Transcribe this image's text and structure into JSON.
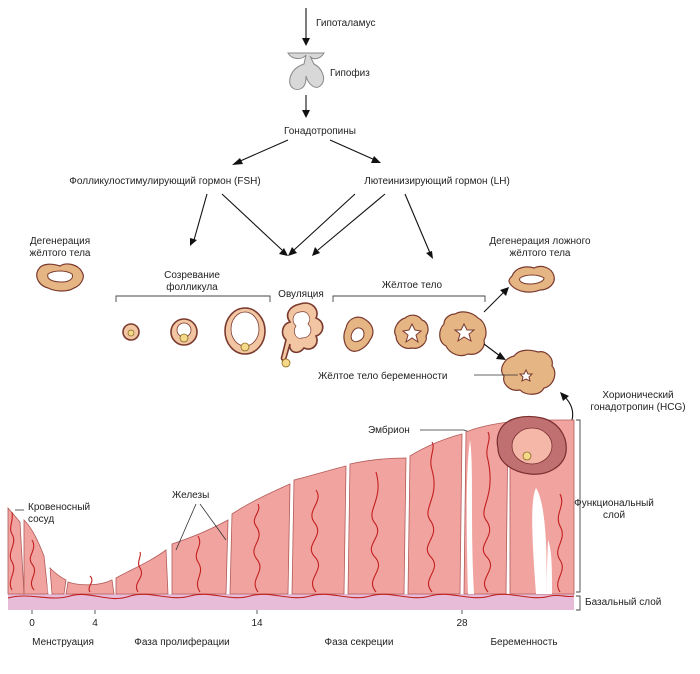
{
  "labels": {
    "hypothalamus": "Гипоталамус",
    "pituitary": "Гипофиз",
    "gonadotropins": "Гонадотропины",
    "fsh": "Фолликулостимулирующий гормон (FSH)",
    "lh": "Лютеинизирующий гормон (LH)",
    "degen_cl_line1": "Дегенерация",
    "degen_cl_line2": "жёлтого тела",
    "follicle_mat_line1": "Созревание",
    "follicle_mat_line2": "фолликула",
    "ovulation": "Овуляция",
    "corpus_luteum": "Жёлтое тело",
    "degen_false_line1": "Дегенерация ложного",
    "degen_false_line2": "жёлтого тела",
    "cl_pregnancy": "Жёлтое тело беременности",
    "hcg_line1": "Хорионический",
    "hcg_line2": "гонадотропин (HCG)",
    "embryo": "Эмбрион",
    "blood_vessel_line1": "Кровеносный",
    "blood_vessel_line2": "сосуд",
    "glands": "Железы",
    "functional_line1": "Функциональный",
    "functional_line2": "слой",
    "basal_layer": "Базальный слой"
  },
  "axis": {
    "ticks": [
      "0",
      "4",
      "14",
      "28"
    ],
    "phases": [
      "Менструация",
      "Фаза пролиферации",
      "Фаза секреции",
      "Беременность"
    ]
  },
  "colors": {
    "endometrium": "#f1a3a0",
    "vessels": "#c2201e",
    "basal": "#e7bcd8",
    "follicle": "#f2c6a3",
    "corpus_luteum": "#e6b584"
  }
}
